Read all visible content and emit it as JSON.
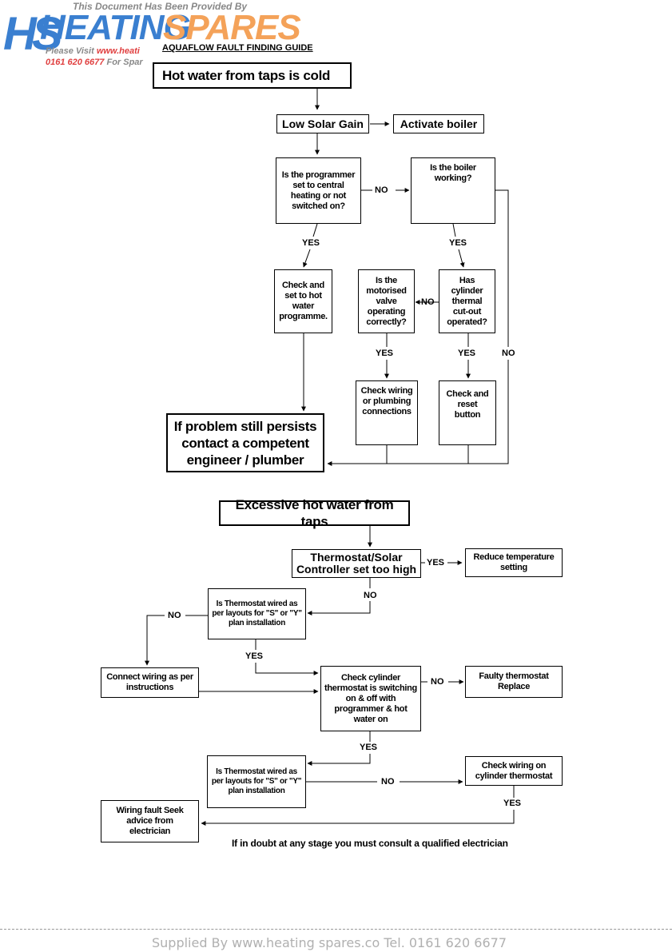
{
  "header": {
    "provided_by": "This Document Has Been Provided By",
    "logo_hs": "HS",
    "logo_heating": "HEATING",
    "logo_spares": "SPARES",
    "visit_prefix": "Please Visit ",
    "visit_url": "www.heati",
    "phone": "0161 620 6677",
    "phone_suffix": " For Spar",
    "guide_title": "AQUAFLOW FAULT FINDING GUIDE",
    "colors": {
      "brand_blue": "#3a7fd0",
      "brand_orange": "#f4a259",
      "link_red": "#e04040"
    }
  },
  "chart1": {
    "start": "Hot water from taps is cold",
    "low_solar": "Low Solar Gain",
    "activate_boiler": "Activate boiler",
    "q_programmer": "Is the programmer set to central heating or not switched on?",
    "q_boiler": "Is the boiler working?",
    "check_set": "Check and set to hot water programme.",
    "q_cylinder": "Has cylinder thermal cut-out operated?",
    "q_valve": "Is the motorised valve operating correctly?",
    "check_wiring": "Check wiring or plumbing connections",
    "check_reset": "Check and reset button",
    "end": "If problem still persists contact a competent engineer / plumber",
    "labels": {
      "no": "NO",
      "yes": "YES"
    }
  },
  "chart2": {
    "start": "Excessive hot water from taps",
    "q_thermostat": "Thermostat/Solar Controller set too high",
    "reduce": "Reduce temperature setting",
    "q_wired1": "Is Thermostat wired as per layouts for \"S\" or \"Y\" plan installation",
    "connect": "Connect wiring as per instructions",
    "q_switching": "Check cylinder thermostat is switching on & off with programmer & hot water on",
    "faulty": "Faulty thermostat Replace",
    "q_wired2": "Is Thermostat wired as per layouts for \"S\" or \"Y\" plan installation",
    "check_wiring_cyl": "Check wiring on cylinder thermostat",
    "wiring_fault": "Wiring fault Seek advice from electrician",
    "labels": {
      "no": "NO",
      "yes": "YES"
    },
    "doubt_note": "If in doubt at any stage you must consult a qualified electrician"
  },
  "footer": {
    "supplied": "Supplied By www.heating spares.co  Tel. 0161 620 6677"
  }
}
